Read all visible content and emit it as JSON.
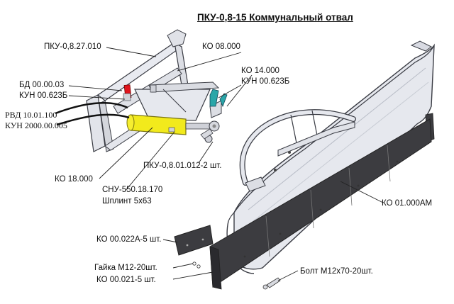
{
  "title": "ПКУ-0,8-15 Коммунальный отвал",
  "labels": {
    "pku_0_8_27_010": "ПКУ-0,8.27.010",
    "ko_08_000": "КО 08.000",
    "bd_00_00_03": "БД 00.00.03",
    "kun_00_623b_left": "КУН  00.623Б",
    "rvd_10_01_100": "РВД 10.01.100",
    "kun_2000_00_005": "КУН 2000.00.005",
    "ko_14_000": "КО 14.000",
    "kun_00_623b_right": "КУН 00.623Б",
    "pku_0_8_01_012": "ПКУ-0,8.01.012-2 шт.",
    "ko_18_000": "КО 18.000",
    "snu_550_18_170": "СНУ-550.18.170",
    "shplint": "Шплинт 5х63",
    "ko_01_000am": "КО 01.000АМ",
    "ko_00_022a": "КО 00.022А-5 шт.",
    "gaika": "Гайка М12-20шт.",
    "ko_00_021": "КО 00.021-5 шт.",
    "bolt": "Болт М12х70-20шт."
  },
  "colors": {
    "frame_fill": "#e4e6ec",
    "frame_stroke": "#3a3c44",
    "cylinder": "#f2ea1c",
    "hose_red": "#e0161e",
    "hose_teal": "#2aa6a8",
    "rubber": "#3c3c40",
    "leader": "#222222"
  }
}
